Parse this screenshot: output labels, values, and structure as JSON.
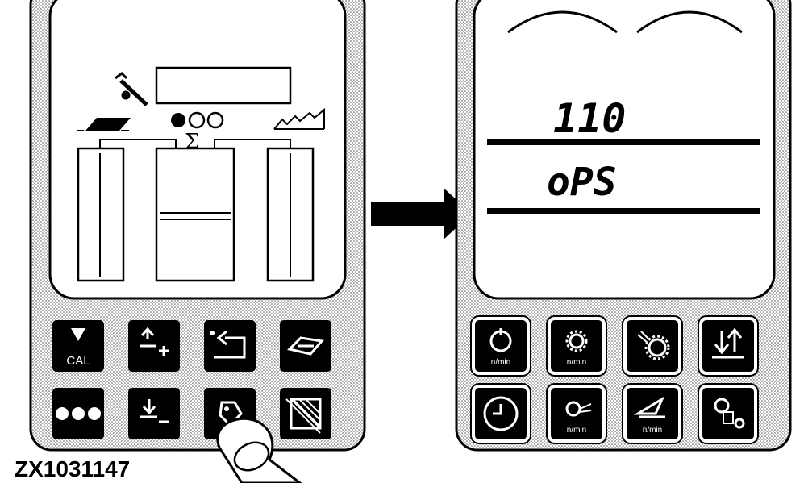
{
  "figure_id": "ZX1031147",
  "left_unit": {
    "keys": [
      {
        "name": "cal-key",
        "icon": "triangle-down-icon",
        "label": "CAL"
      },
      {
        "name": "raise-plus-key",
        "icon": "arrow-up-plus-icon",
        "label": ""
      },
      {
        "name": "return-key",
        "icon": "return-arrow-icon",
        "label": ""
      },
      {
        "name": "area-key",
        "icon": "field-area-icon",
        "label": ""
      },
      {
        "name": "dots-key",
        "icon": "three-dots-icon",
        "label": ""
      },
      {
        "name": "lower-minus-key",
        "icon": "arrow-down-minus-icon",
        "label": ""
      },
      {
        "name": "tag-key",
        "icon": "tag-icon",
        "label": ""
      },
      {
        "name": "hatch-key",
        "icon": "hatch-icon",
        "label": ""
      }
    ]
  },
  "right_unit": {
    "display": {
      "line1": "110",
      "line2": "oPS"
    },
    "keys": [
      {
        "name": "speed-key",
        "icon": "rotation-icon",
        "label": "n/min"
      },
      {
        "name": "gear-speed-key",
        "icon": "gear-rotation-icon",
        "label": "n/min"
      },
      {
        "name": "gear-spray-key",
        "icon": "gear-spray-icon",
        "label": ""
      },
      {
        "name": "up-down-key",
        "icon": "up-down-arrows-icon",
        "label": ""
      },
      {
        "name": "clock-key",
        "icon": "clock-icon",
        "label": ""
      },
      {
        "name": "blower-key",
        "icon": "blower-icon",
        "label": "n/min"
      },
      {
        "name": "chopper-key",
        "icon": "chopper-icon",
        "label": "n/min"
      },
      {
        "name": "config-key",
        "icon": "shapes-gear-icon",
        "label": ""
      }
    ]
  },
  "colors": {
    "ink": "#000000",
    "paper": "#ffffff",
    "stipple": "#cfcfcf"
  }
}
